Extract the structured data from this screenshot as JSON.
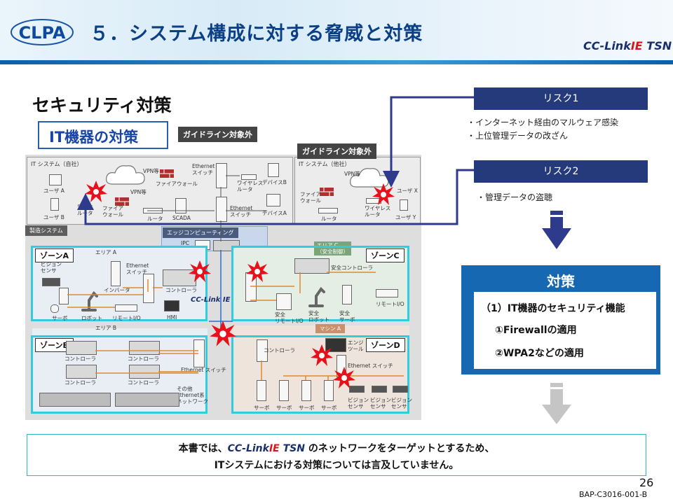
{
  "header": {
    "logo_text": "CLPA",
    "title": "５．システム構成に対する脅威と対策",
    "brand_left": "CC-Link",
    "brand_ie": "IE",
    "brand_right": " TSN"
  },
  "section": {
    "title": "セキュリティ対策",
    "it_label": "IT機器の対策",
    "guideline_tag_1": "ガイドライン対象外",
    "guideline_tag_2": "ガイドライン対象外"
  },
  "diagram": {
    "it_own": "IT システム（自社）",
    "it_other": "IT システム（他社）",
    "vpn1": "VPN等",
    "vpn2": "VPN等",
    "vpn3": "VPN等",
    "firewall1": "ファイアウォール",
    "firewall2": "ファイア\nウォール",
    "firewall3": "ファイア\nウォール",
    "eth_switch_1": "Ethernet\nスイッチ",
    "eth_switch_2": "Ethernet\nスイッチ",
    "wireless_router_1": "ワイヤレス\nルータ",
    "wireless_router_2": "ワイヤレス\nルータ",
    "wireless_router_3": "ワイヤ\nルータ",
    "device_b": "デバイスB",
    "device_a": "デバイスA",
    "router_1": "ルータ",
    "router_2": "ルータ",
    "scada": "SCADA",
    "user_a": "ユーザ A",
    "user_b": "ユーザ B",
    "user_x": "ユーザ X",
    "user_y": "ユーザ Y",
    "manufacturing": "製造システム",
    "edge": "エッジコンピューティング",
    "ipc": "IPC",
    "area_a": "エリア A",
    "area_b": "エリア B",
    "area_c": "エリア C\n（安全制御）",
    "machine_a": "マシン A",
    "zone_a": "ゾーンA",
    "zone_b": "ゾーンB",
    "zone_c": "ゾーンC",
    "zone_d": "ゾーンD",
    "vision_sensor": "ビジョン\nセンサ",
    "inverter": "インバータ",
    "controller": "コントローラ",
    "safety_controller": "安全コントローラ",
    "servo": "サーボ",
    "robot": "ロボット",
    "remote_io": "リモートI/O",
    "hmi": "HMI",
    "safety_remote_io": "安全\nリモートI/O",
    "safety_robot": "安全\nロボット",
    "safety_servo": "安全\nサーボ",
    "eth_switch_small": "Ethernet スイッチ",
    "other_eth": "その他\nEthernet系\nネットワーク",
    "engineering": "エンジ\nツール",
    "diagram_logo": "CC-Link IE TSN"
  },
  "risks": {
    "risk1_title": "リスク1",
    "risk1_items": [
      "・インターネット経由のマルウェア感染",
      "・上位管理データの改ざん"
    ],
    "risk2_title": "リスク2",
    "risk2_items": [
      "・管理データの盗聴"
    ]
  },
  "countermeasure": {
    "title": "対策",
    "item1": "（1）IT機器のセキュリティ機能",
    "item2": "①Firewallの適用",
    "item3": "②WPA2などの適用"
  },
  "note": {
    "line1_prefix": "本書では、",
    "logo_left": "CC-Link",
    "logo_ie": "IE",
    "logo_right": " TSN",
    "line1_suffix": " のネットワークをターゲットとするため、",
    "line2": "ITシステムにおける対策については言及していません。"
  },
  "footer": {
    "page_number": "26",
    "doc_id": "BAP-C3016-001-B"
  },
  "colors": {
    "title_blue": "#0b3f86",
    "risk_bar": "#243a7a",
    "countermeasure_blue": "#1668b3",
    "zone_cyan": "#33ccdd",
    "burst_red": "#e8101a",
    "arrow_navy": "#2e3a8c"
  }
}
